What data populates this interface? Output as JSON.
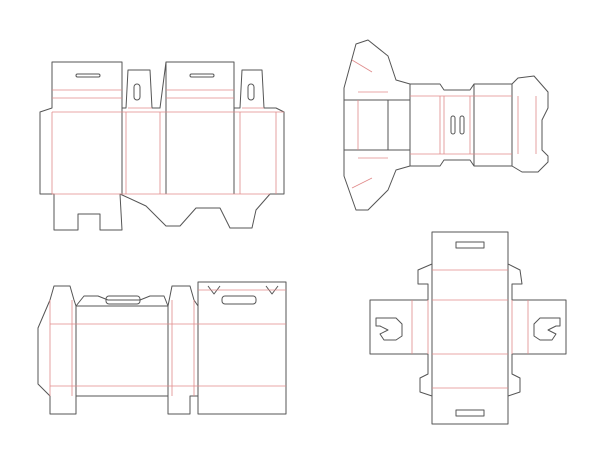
{
  "colors": {
    "background": "#ffffff",
    "cut_line": "#555555",
    "fold_line": "#e08a8a"
  },
  "dielines": [
    {
      "id": "dieline-a",
      "description_visible_text": ""
    },
    {
      "id": "dieline-b",
      "description_visible_text": ""
    },
    {
      "id": "dieline-c",
      "description_visible_text": ""
    },
    {
      "id": "dieline-d",
      "description_visible_text": ""
    }
  ]
}
